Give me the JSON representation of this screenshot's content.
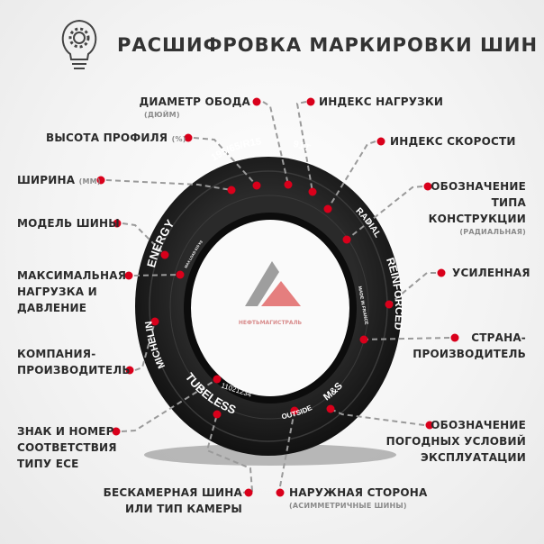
{
  "title": "РАСШИФРОВКА МАРКИРОВКИ ШИН",
  "brand": "НЕФТЬМАГИСТРАЛЬ",
  "colors": {
    "accent": "#d9001b",
    "tire": "#1d1d1d",
    "text": "#2b2b2b"
  },
  "icons": {
    "bulb": "lightbulb-gear-icon"
  },
  "tire_text": {
    "size": "195/65/R15",
    "index": "91T",
    "radial": "RADIAL",
    "reinforced": "REINFORCED",
    "made": "MADE IN FRANCE",
    "model": "ENERGY",
    "maxload": "MAX LOAD 615 kg",
    "brand": "MICHELIN",
    "ece": "11021234",
    "tubeless": "TUBELESS",
    "outside": "OUTSIDE",
    "ms": "M&S"
  },
  "labels": {
    "diameter": {
      "main": "ДИАМЕТР ОБОДА",
      "sub": "(ДЮЙМ)"
    },
    "profile": {
      "main": "ВЫСОТА ПРОФИЛЯ",
      "sub": "(%)"
    },
    "width": {
      "main": "ШИРИНА",
      "sub": "(ММ)"
    },
    "model": {
      "main": "МОДЕЛЬ ШИНЫ"
    },
    "maxload": {
      "l1": "МАКСИМАЛЬНАЯ",
      "l2": "НАГРУЗКА И",
      "l3": "ДАВЛЕНИЕ"
    },
    "company": {
      "l1": "КОМПАНИЯ-",
      "l2": "ПРОИЗВОДИТЕЛЬ"
    },
    "ece": {
      "l1": "ЗНАК И НОМЕР",
      "l2": "СООТВЕТСТВИЯ",
      "l3": "ТИПУ ECE"
    },
    "tubeless": {
      "l1": "БЕСКАМЕРНАЯ ШИНА",
      "l2": "ИЛИ ТИП КАМЕРЫ"
    },
    "outside": {
      "main": "НАРУЖНАЯ СТОРОНА",
      "sub": "(АСИММЕТРИЧНЫЕ ШИНЫ)"
    },
    "load": {
      "main": "ИНДЕКС НАГРУЗКИ"
    },
    "speed": {
      "main": "ИНДЕКС СКОРОСТИ"
    },
    "construction": {
      "l1": "ОБОЗНАЧЕНИЕ",
      "l2": "ТИПА",
      "l3": "КОНСТРУКЦИИ",
      "sub": "(РАДИАЛЬНАЯ)"
    },
    "reinforced": {
      "main": "УСИЛЕННАЯ"
    },
    "country": {
      "l1": "СТРАНА-",
      "l2": "ПРОИЗВОДИТЕЛЬ"
    },
    "weather": {
      "l1": "ОБОЗНАЧЕНИЕ",
      "l2": "ПОГОДНЫХ УСЛОВИЙ",
      "l3": "ЭКСПЛУАТАЦИИ"
    }
  }
}
